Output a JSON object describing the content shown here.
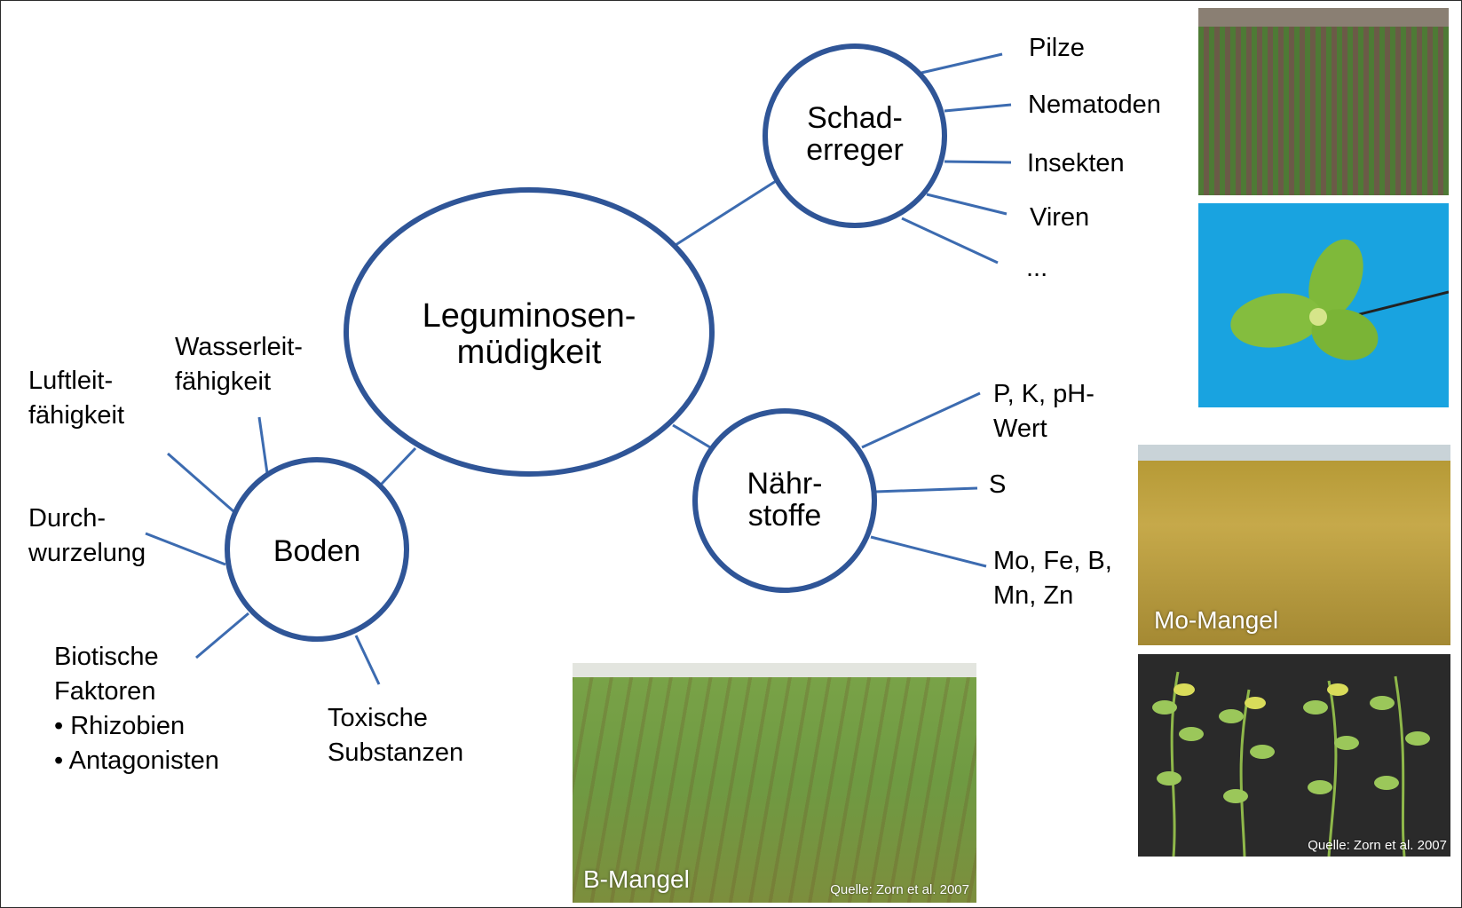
{
  "nodes": {
    "center": "Leguminosen-\nmüdigkeit",
    "pathogens": "Schad-\nerreger",
    "nutrients": "Nähr-\nstoffe",
    "soil": "Boden"
  },
  "pathogens_items": [
    "Pilze",
    "Nematoden",
    "Insekten",
    "Viren",
    "..."
  ],
  "nutrients_items": [
    "P, K, pH-\nWert",
    "S",
    "Mo, Fe, B,\nMn, Zn"
  ],
  "soil_items": {
    "air": "Luftleit-\nfähigkeit",
    "water": "Wasserleit-\nfähigkeit",
    "rooting": "Durch-\nwurzelung",
    "biotic_title": "Biotische\nFaktoren",
    "biotic_bullets": [
      "Rhizobien",
      "Antagonisten"
    ],
    "toxic": "Toxische\nSubstanzen"
  },
  "photos": {
    "b_deficiency_caption": "B-Mangel",
    "mo_deficiency_caption": "Mo-Mangel",
    "source_b": "Quelle: Zorn et al. 2007",
    "source_mo": "Quelle: Zorn et al. 2007"
  },
  "colors": {
    "node_stroke": "#2f5597",
    "line": "#3c6bb0",
    "leaf_bg": "#19a3e0",
    "dark_bg": "#2a2a2a"
  }
}
